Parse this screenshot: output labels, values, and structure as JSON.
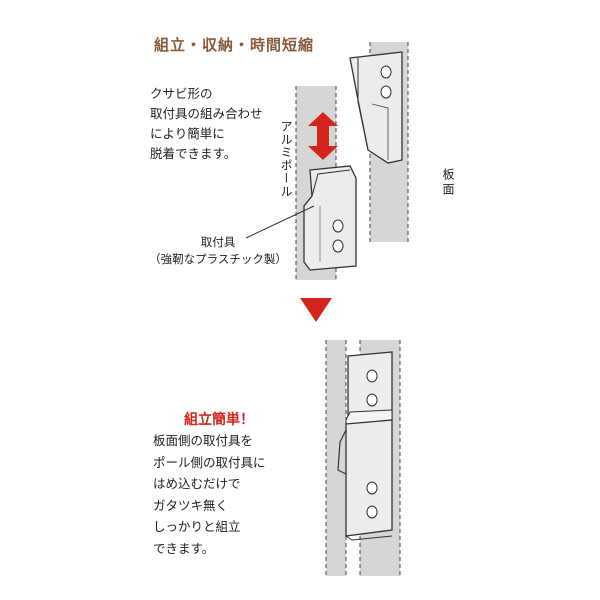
{
  "heading": "組立・収納・時間短縮",
  "description_lines": [
    "クサビ形の",
    "取付具の組み合わせ",
    "により簡単に",
    "脱着できます。"
  ],
  "label_pole": "アルミポール",
  "label_board": "板面",
  "label_bracket_lines": [
    "取付具",
    "（強靭なプラスチック製）"
  ],
  "easy_title": "組立簡単！",
  "easy_desc_lines": [
    "板面側の取付具を",
    "ポール側の取付具に",
    "はめ込むだけで",
    "ガタツキ無く",
    "しっかりと組立",
    "できます。"
  ],
  "colors": {
    "heading": "#8a5a3e",
    "accent": "#d3251b",
    "panel": "#d6d6d6"
  }
}
